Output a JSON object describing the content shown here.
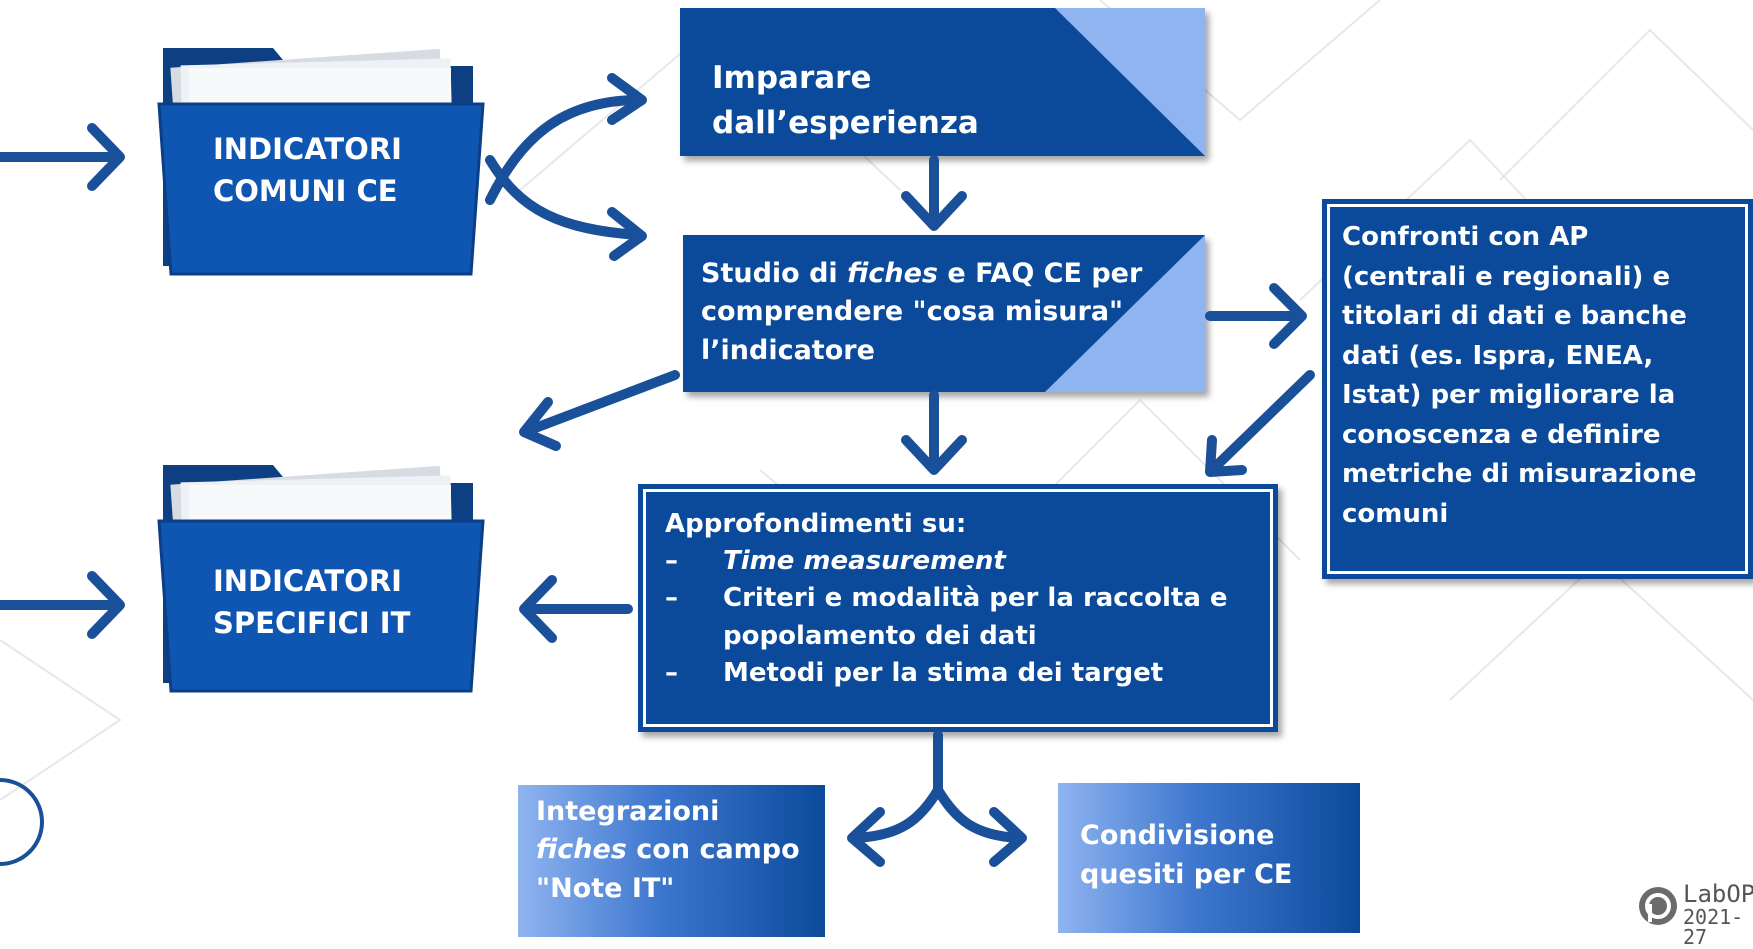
{
  "folders": {
    "common": {
      "line1": "INDICATORI",
      "line2": "COMUNI CE"
    },
    "specific": {
      "line1": "INDICATORI",
      "line2": "SPECIFICI IT"
    }
  },
  "boxes": {
    "learn": {
      "line1": "Imparare",
      "line2": "dall’esperienza"
    },
    "study": {
      "l1_a": "Studio di ",
      "l1_em": "fiches",
      "l1_b": " e FAQ CE per",
      "l2": "comprendere \"cosa misura\"",
      "l3": "l’indicatore"
    },
    "compare": {
      "lines": [
        "Confronti con AP",
        "(centrali e regionali) e",
        "titolari di dati e banche",
        "dati (es. Ispra, ENEA,",
        "Istat) per migliorare la",
        "conoscenza e definire",
        "metriche di misurazione",
        "comuni"
      ]
    },
    "deepen": {
      "title": "Approfondimenti su:",
      "dash": "–",
      "item1": "Time measurement",
      "item2_l1": "Criteri e modalità per la raccolta e",
      "item2_l2": "popolamento dei dati",
      "item3": "Metodi per la stima dei target"
    },
    "integrations": {
      "l1": "Integrazioni",
      "l2_em": "fiches",
      "l2_b": " con campo",
      "l3": "\"Note IT\""
    },
    "share": {
      "l1": "Condivisione",
      "l2": "quesiti per CE"
    }
  },
  "logo": {
    "name": "LabOP",
    "years": "2021-27"
  },
  "colors": {
    "primary": "#0b4a9b",
    "accent_light": "#8fb4f0",
    "arrow": "#1a4f99"
  }
}
